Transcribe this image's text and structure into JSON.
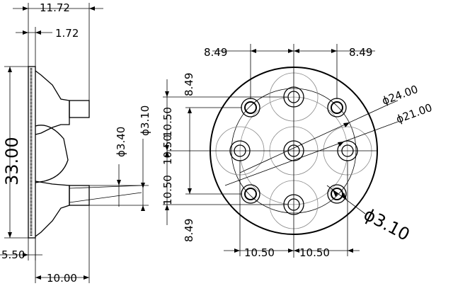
{
  "side_view": {
    "width_total": "11.72",
    "flange_thickness": "1.72",
    "diameter": "33.00",
    "bottom_offset": "5.50",
    "depth": "10.00",
    "hole_large": "ϕ3.40",
    "hole_small": "ϕ3.10"
  },
  "front_view": {
    "top_left_spacing": "8.49",
    "top_right_spacing": "8.49",
    "left_top_vertical": "8.49",
    "left_upper_vertical": "10.50",
    "left_mid_vertical": "10.50",
    "left_lower_vertical": "10.50",
    "left_bottom_vertical": "8.49",
    "bottom_left_spacing": "10.50",
    "bottom_right_spacing": "10.50",
    "outer_pcd": "ϕ24.00",
    "inner_pcd": "ϕ21.00",
    "mount_hole": "ϕ3.10"
  }
}
